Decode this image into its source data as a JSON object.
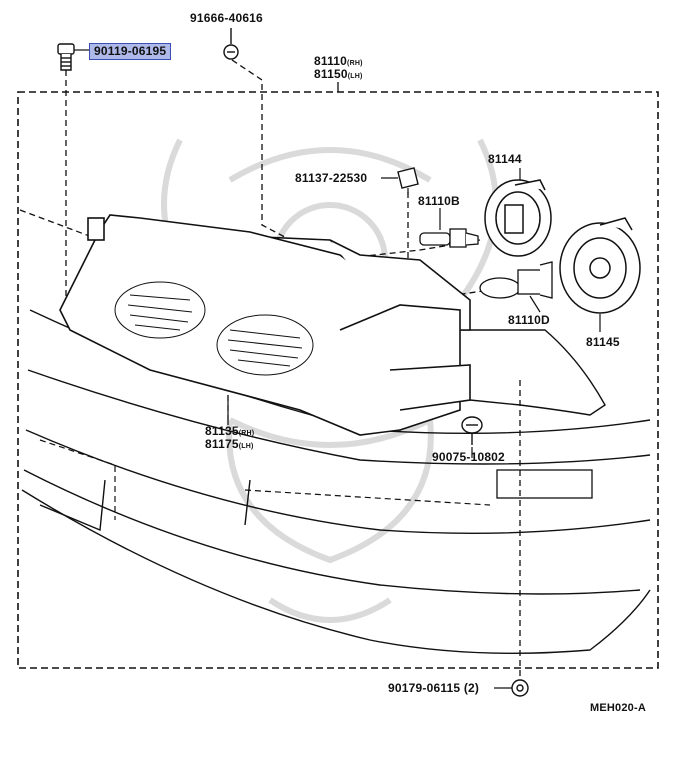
{
  "diagram": {
    "part_numbers": {
      "bolt_highlighted": "90119-06195",
      "screw_top": "91666-40616",
      "headlamp_rh": "81110",
      "headlamp_rh_side": "(RH)",
      "headlamp_lh": "81150",
      "headlamp_lh_side": "(LH)",
      "clip": "81137-22530",
      "socket_cover_1": "81144",
      "bulb": "81110B",
      "socket_cover_2": "81145",
      "bulb_2": "81110D",
      "lens_rh": "81135",
      "lens_rh_side": "(RH)",
      "lens_lh": "81175",
      "lens_lh_side": "(LH)",
      "adjuster_screw": "90075-10802",
      "nut": "90179-06115",
      "nut_qty": "(2)",
      "drawing_code": "MEH020-A"
    },
    "colors": {
      "highlight_fill": "#aeb9ea",
      "highlight_border": "#3a4fb3",
      "line": "#111111",
      "watermark": "#d9d9d9"
    }
  }
}
